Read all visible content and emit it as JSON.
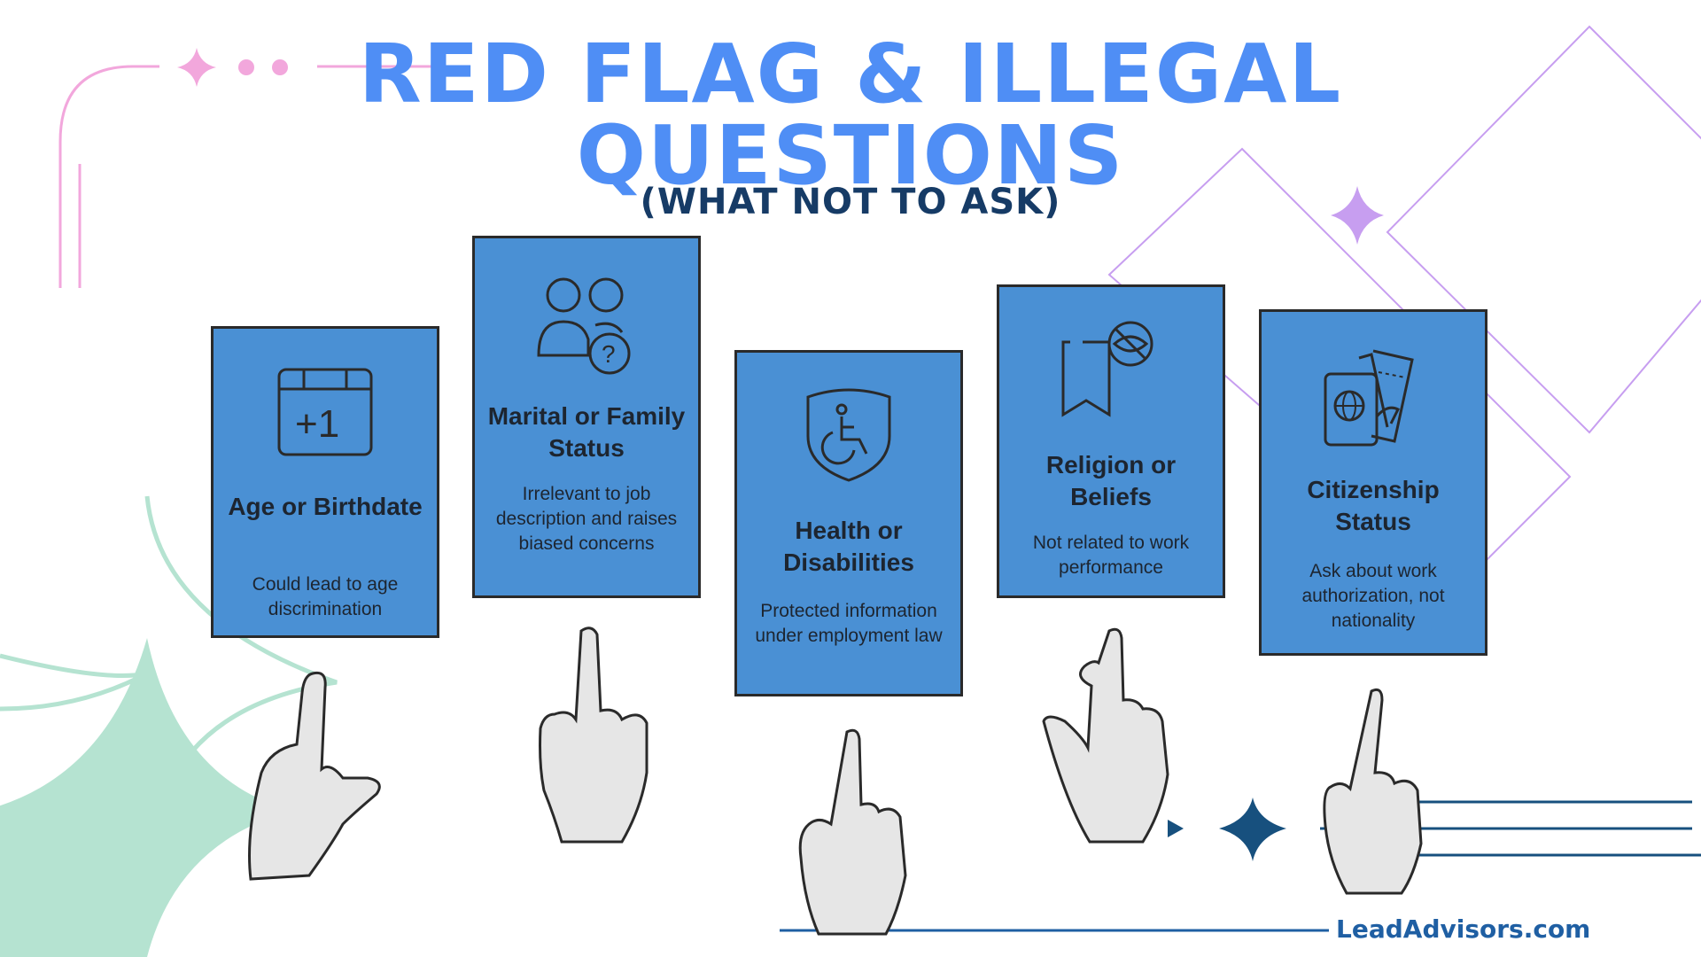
{
  "title": {
    "line1": "RED FLAG & ILLEGAL",
    "line2": "QUESTIONS",
    "subtitle": "(WHAT NOT TO ASK)"
  },
  "cards": [
    {
      "title": "Age or Birthdate",
      "description": "Could lead to age discrimination",
      "icon": "calendar-plus-one-icon"
    },
    {
      "title": "Marital or Family Status",
      "description": "Irrelevant to job description and raises biased concerns",
      "icon": "people-question-icon"
    },
    {
      "title": "Health or Disabilities",
      "description": "Protected information under employment law",
      "icon": "accessibility-shield-icon"
    },
    {
      "title": "Religion or Beliefs",
      "description": "Not related to work performance",
      "icon": "bookmark-eye-slash-icon"
    },
    {
      "title": "Citizenship Status",
      "description": "Ask about work authorization, not nationality",
      "icon": "passport-ticket-icon"
    }
  ],
  "brand": "LeadAdvisors.com",
  "colors": {
    "title": "#4f8ef5",
    "subtitle": "#163b66",
    "card": "#4a90d4",
    "brand": "#1f5fa3",
    "mint": "#b5e3d1",
    "pink": "#f2a7dc",
    "lavender": "#c79ef0",
    "navy": "#17507e"
  }
}
